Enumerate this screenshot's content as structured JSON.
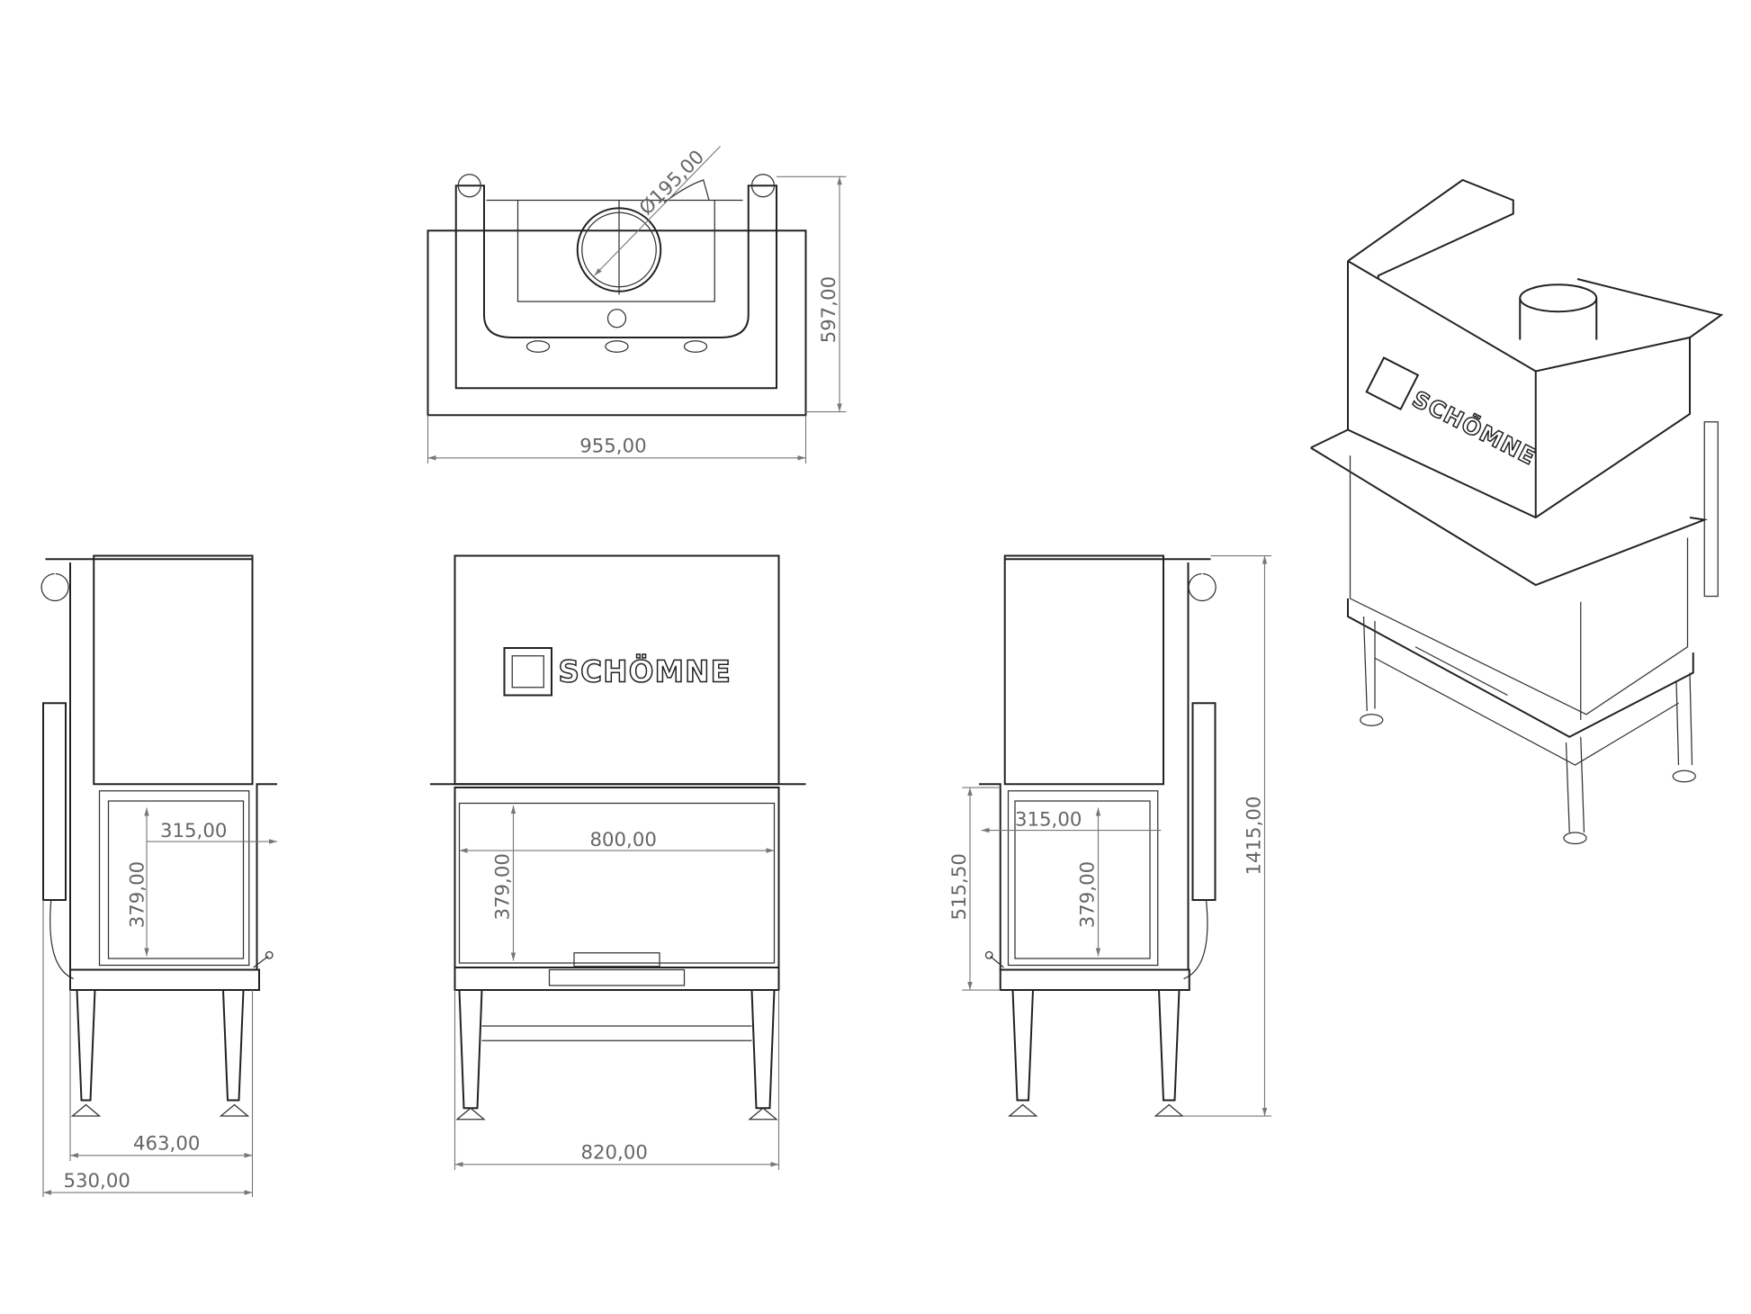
{
  "brand": "SCHÖMNE",
  "top_view": {
    "flue_diameter": "Ø195,00",
    "depth": "597,00",
    "width": "955,00"
  },
  "left_view": {
    "glass_width": "315,00",
    "glass_height": "379,00",
    "depth_body": "463,00",
    "depth_total": "530,00"
  },
  "front_view": {
    "glass_width": "800,00",
    "glass_height": "379,00",
    "width": "820,00"
  },
  "right_view": {
    "glass_width": "315,00",
    "glass_height": "379,00",
    "opening_height": "515,50",
    "total_height": "1415,00"
  }
}
